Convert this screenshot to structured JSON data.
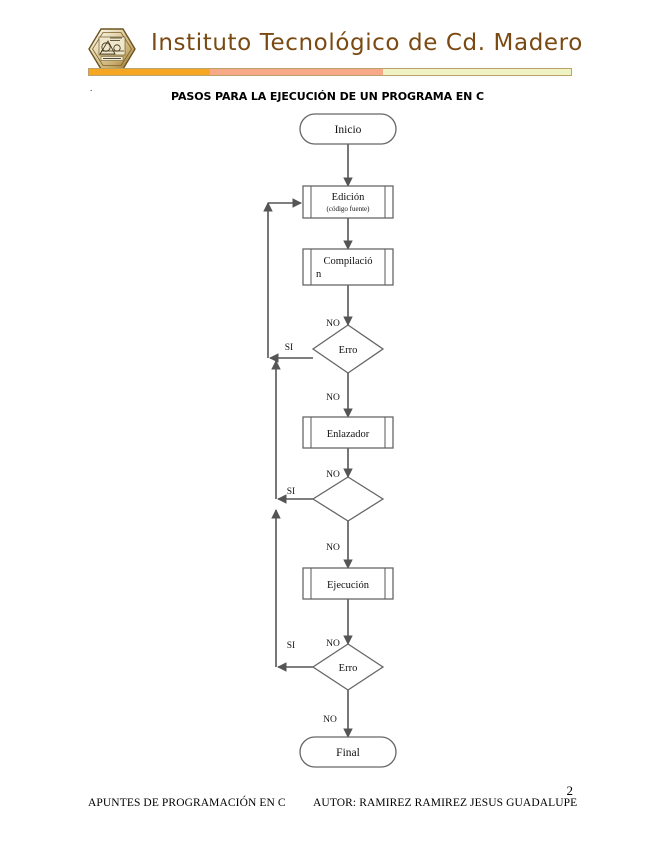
{
  "header": {
    "institution": "Instituto Tecnológico de Cd. Madero",
    "logo_icon": "hexagon-emblem-icon",
    "rule_colors": [
      "#f5a623",
      "#f6a887",
      "#eff3c4"
    ],
    "stray_mark": "."
  },
  "document": {
    "title": "PASOS PARA LA EJECUCIÓN DE UN PROGRAMA EN C",
    "page_number": "2",
    "footer_left": "APUNTES DE PROGRAMACIÓN EN C",
    "footer_right": "AUTOR: RAMIREZ RAMIREZ JESUS GUADALUPE"
  },
  "flowchart": {
    "type": "flowchart",
    "orientation": "vertical",
    "nodes": [
      {
        "id": "inicio",
        "shape": "terminator",
        "label": "Inicio",
        "sublabel": ""
      },
      {
        "id": "edicion",
        "shape": "predefined-process",
        "label": "Edición",
        "sublabel": "(código fuente)"
      },
      {
        "id": "compilacion",
        "shape": "predefined-process",
        "label": "Compilació",
        "sublabel": "n"
      },
      {
        "id": "error1",
        "shape": "decision",
        "label": "Erro",
        "sublabel": ""
      },
      {
        "id": "enlazador",
        "shape": "predefined-process",
        "label": "Enlazador",
        "sublabel": ""
      },
      {
        "id": "error2",
        "shape": "decision",
        "label": "",
        "sublabel": ""
      },
      {
        "id": "ejecucion",
        "shape": "predefined-process",
        "label": "Ejecución",
        "sublabel": ""
      },
      {
        "id": "error3",
        "shape": "decision",
        "label": "Erro",
        "sublabel": ""
      },
      {
        "id": "final",
        "shape": "terminator",
        "label": "Final",
        "sublabel": ""
      }
    ],
    "edge_labels": {
      "no_into_error1": "NO",
      "si_from_error1": "SI",
      "no_from_error1": "NO",
      "no_into_error2": "NO",
      "si_from_error2": "SI",
      "no_from_error2": "NO",
      "no_into_error3": "NO",
      "si_from_error3": "SI",
      "no_from_error3": "NO"
    },
    "colors": {
      "stroke": "#555555",
      "node_stroke": "#666666",
      "text": "#111111"
    }
  }
}
